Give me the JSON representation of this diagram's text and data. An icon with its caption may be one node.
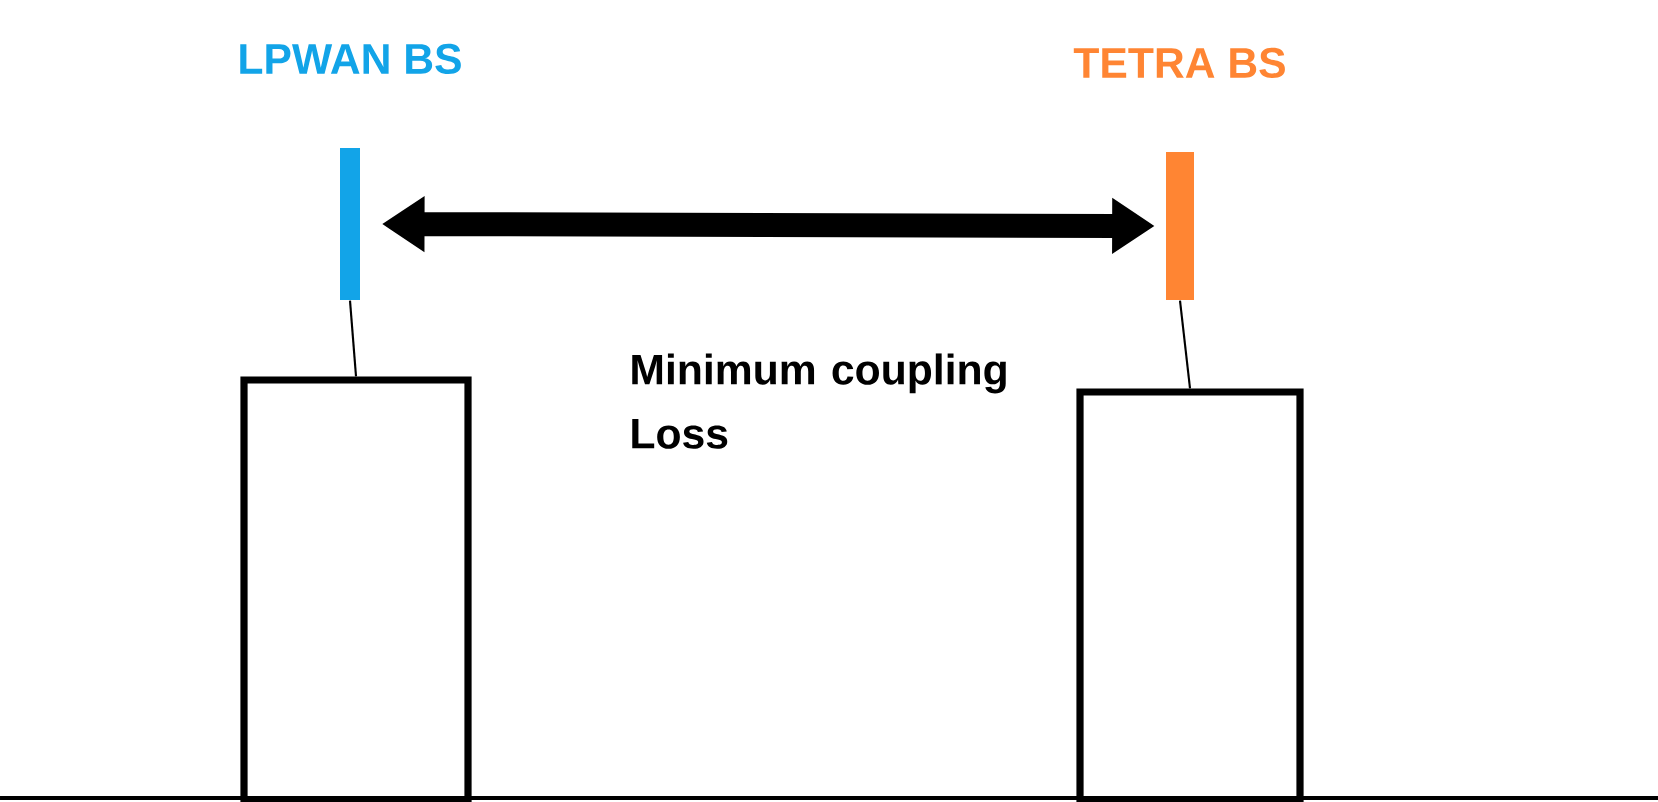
{
  "diagram": {
    "nodes": [
      {
        "text": [
          "LPWAN BS"
        ]
      },
      {
        "text": [
          "TETRA BS"
        ]
      },
      {
        "text": [],
        "shape": "box"
      },
      {
        "text": [],
        "shape": "box"
      }
    ],
    "edges": [
      {
        "from": 0,
        "to": 1,
        "arrow": "both",
        "style": "thick",
        "label": "Minimum coupling Loss"
      },
      {
        "from": 2,
        "to": 0,
        "arrow": "none"
      },
      {
        "from": 3,
        "to": 1,
        "arrow": "none"
      }
    ]
  }
}
